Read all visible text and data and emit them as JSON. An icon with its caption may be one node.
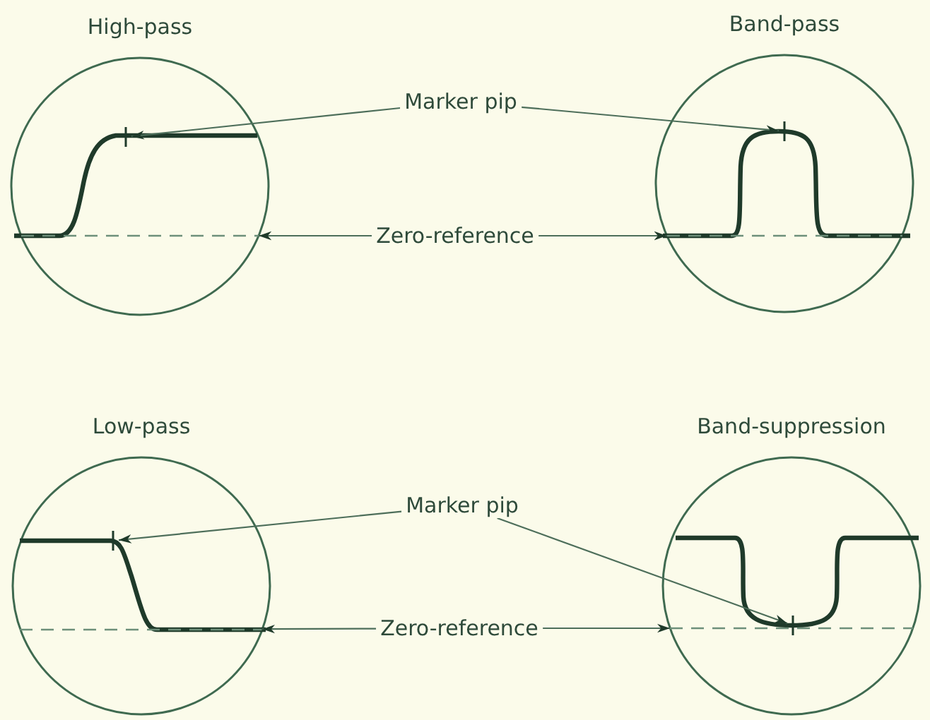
{
  "diagram": {
    "nodes": [
      {
        "text": [
          "High-pass"
        ]
      },
      {
        "text": [],
        "shape": "tick",
        "in": 0
      },
      {
        "text": [],
        "shape": "line",
        "in": 0
      },
      {
        "text": [
          "Band-pass"
        ]
      },
      {
        "text": [],
        "shape": "tick",
        "in": 3
      },
      {
        "text": [],
        "shape": "line",
        "in": 3
      },
      {
        "text": [
          "Marker pip"
        ]
      },
      {
        "text": [
          "Zero-reference"
        ]
      },
      {
        "text": [
          "Low-pass"
        ]
      },
      {
        "text": [],
        "shape": "tick",
        "in": 8
      },
      {
        "text": [],
        "shape": "line",
        "in": 8
      },
      {
        "text": [
          "Band-suppression"
        ]
      },
      {
        "text": [],
        "shape": "tick",
        "in": 11
      },
      {
        "text": [],
        "shape": "line",
        "in": 11
      },
      {
        "text": [
          "Marker pip"
        ]
      },
      {
        "text": [
          "Zero-reference"
        ]
      }
    ],
    "edges": [
      {
        "from": 6,
        "to": 1,
        "arrow": "to"
      },
      {
        "from": 6,
        "to": 4,
        "arrow": "to"
      },
      {
        "from": 7,
        "to": 2,
        "arrow": "to"
      },
      {
        "from": 7,
        "to": 5,
        "arrow": "to"
      },
      {
        "from": 14,
        "to": 9,
        "arrow": "to"
      },
      {
        "from": 14,
        "to": 12,
        "arrow": "to"
      },
      {
        "from": 15,
        "to": 10,
        "arrow": "to"
      },
      {
        "from": 15,
        "to": 13,
        "arrow": "to"
      }
    ]
  }
}
